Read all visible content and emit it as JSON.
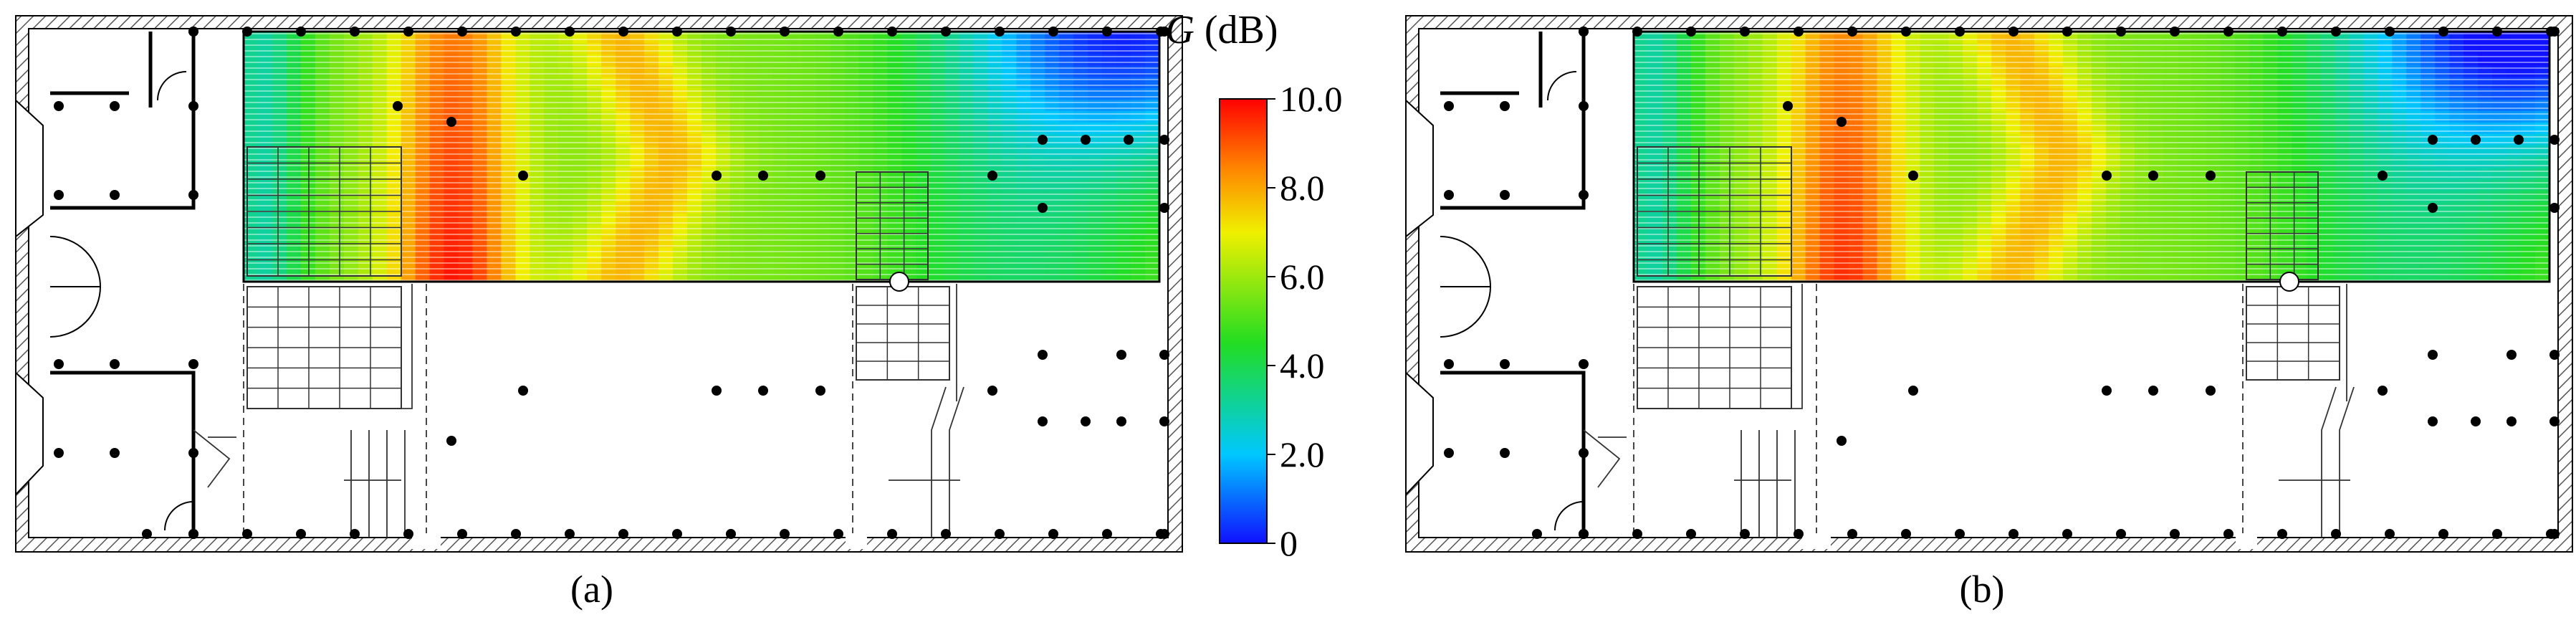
{
  "colorbar": {
    "title_symbol": "G",
    "title_unit": " (dB)",
    "ticks": [
      "10.0",
      "8.0",
      "6.0",
      "4.0",
      "2.0",
      "0"
    ],
    "min": 0,
    "max": 10,
    "colors": [
      "#1010ff",
      "#00c8ff",
      "#22dd22",
      "#f0f000",
      "#ff8000",
      "#ff0000"
    ]
  },
  "panels": [
    {
      "caption": "(a)",
      "peak": 9.8,
      "corner_low": 1.0
    },
    {
      "caption": "(b)",
      "peak": 9.5,
      "corner_low": 0.4
    }
  ]
}
